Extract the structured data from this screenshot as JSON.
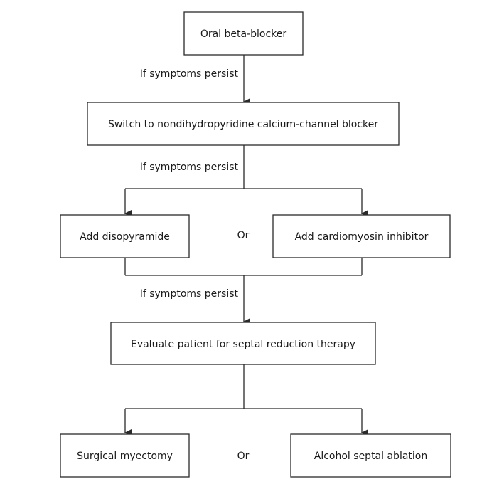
{
  "steps": {
    "oral_beta_blocker": "Oral beta-blocker",
    "switch_calcium": "Switch to nondihydropyridine calcium-channel blocker",
    "add_disopyramide": "Add disopyramide",
    "add_cardiomyosin": "Add cardiomyosin inhibitor",
    "evaluate_septal": "Evaluate patient for septal reduction therapy",
    "surgical_myectomy": "Surgical myectomy",
    "alcohol_ablation": "Alcohol septal ablation"
  },
  "conditions": {
    "persist_1": "If symptoms persist",
    "persist_2": "If symptoms persist",
    "persist_3": "If symptoms persist"
  },
  "or_labels": {
    "or_1": "Or",
    "or_2": "Or"
  }
}
